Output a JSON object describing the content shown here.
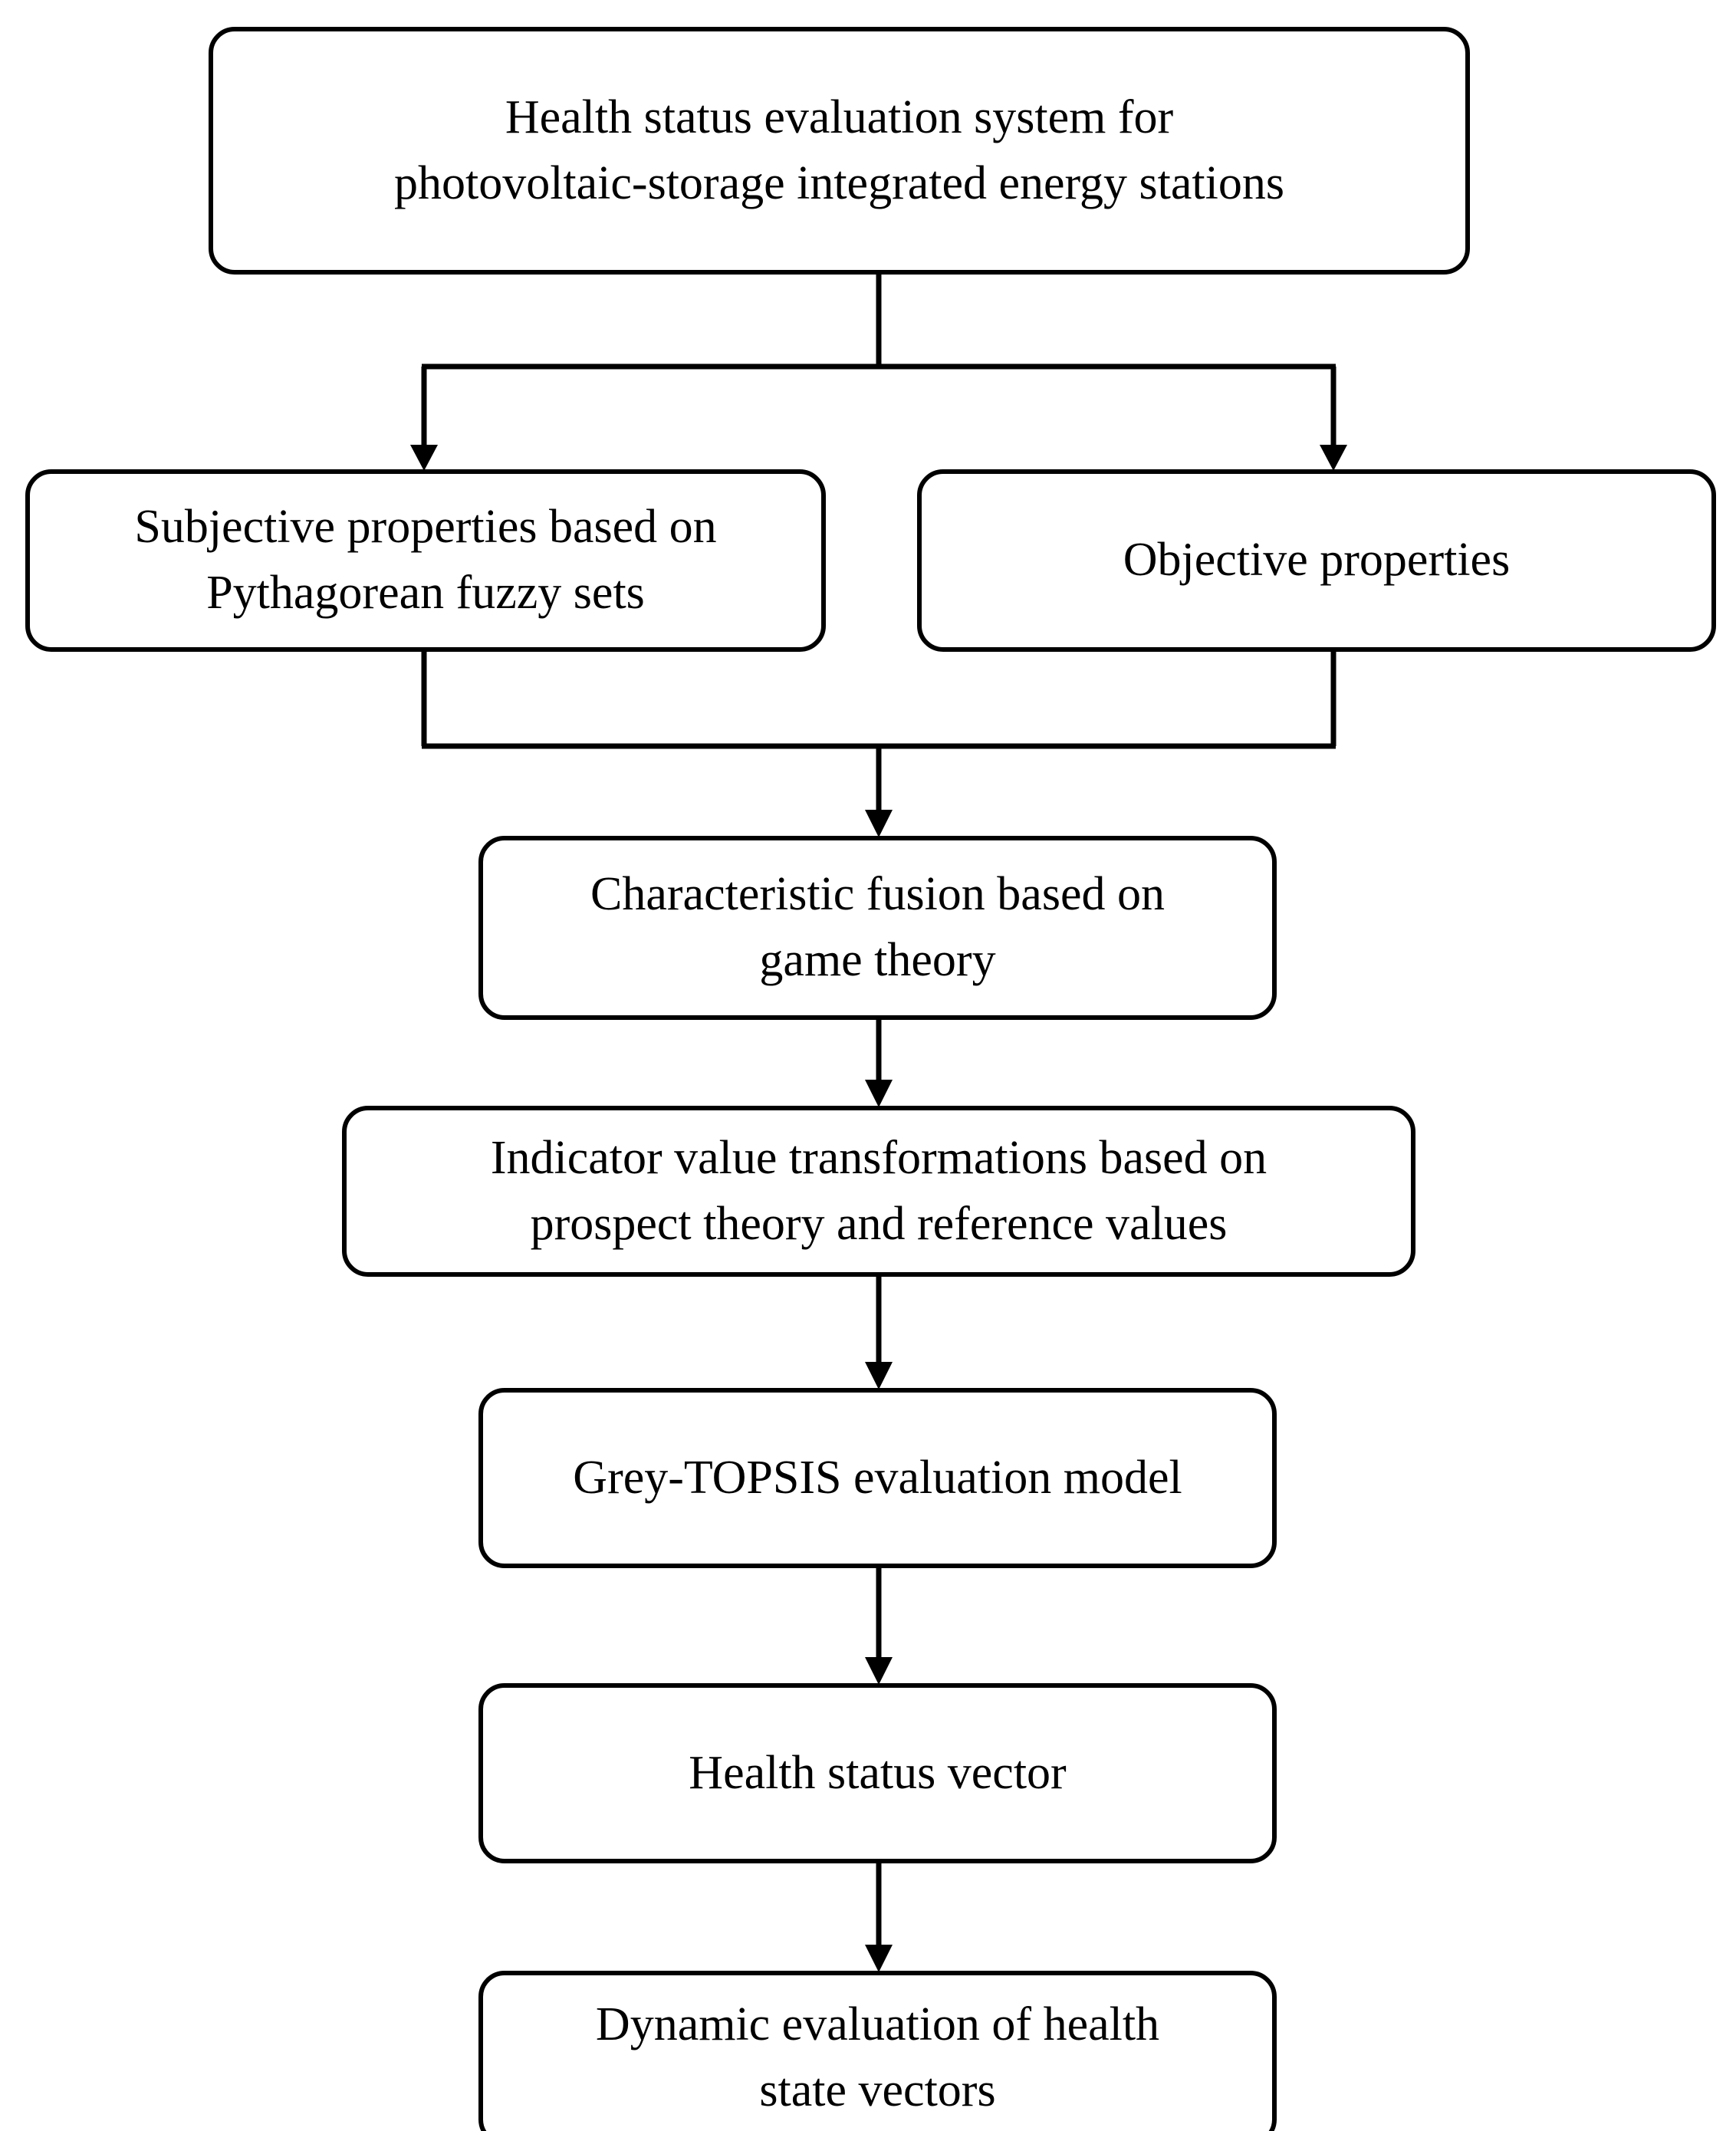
{
  "diagram": {
    "type": "flowchart",
    "orientation": "top-to-bottom",
    "background_color": "#ffffff",
    "line_color": "#000000",
    "text_color": "#000000",
    "node_shape": "rounded-rectangle",
    "nodes": [
      {
        "id": "root",
        "label": "Health status evaluation system for\nphotovoltaic-storage integrated energy stations"
      },
      {
        "id": "subjective",
        "label": "Subjective properties based on\nPythagorean fuzzy sets"
      },
      {
        "id": "objective",
        "label": "Objective properties"
      },
      {
        "id": "fusion",
        "label": "Characteristic fusion based on\ngame theory"
      },
      {
        "id": "transform",
        "label": "Indicator value transformations based on\nprospect theory and reference values"
      },
      {
        "id": "topsis",
        "label": "Grey-TOPSIS evaluation model"
      },
      {
        "id": "vector",
        "label": "Health status vector"
      },
      {
        "id": "dynamic",
        "label": "Dynamic evaluation of health\nstate vectors"
      }
    ],
    "edges": [
      {
        "from": "root",
        "to": "subjective",
        "style": "elbow-split",
        "arrow": true
      },
      {
        "from": "root",
        "to": "objective",
        "style": "elbow-split",
        "arrow": true
      },
      {
        "from": "subjective",
        "to": "fusion",
        "style": "elbow-merge",
        "arrow": true
      },
      {
        "from": "objective",
        "to": "fusion",
        "style": "elbow-merge",
        "arrow": true
      },
      {
        "from": "fusion",
        "to": "transform",
        "style": "straight",
        "arrow": true
      },
      {
        "from": "transform",
        "to": "topsis",
        "style": "straight",
        "arrow": true
      },
      {
        "from": "topsis",
        "to": "vector",
        "style": "straight",
        "arrow": true
      },
      {
        "from": "vector",
        "to": "dynamic",
        "style": "straight",
        "arrow": true
      }
    ]
  }
}
